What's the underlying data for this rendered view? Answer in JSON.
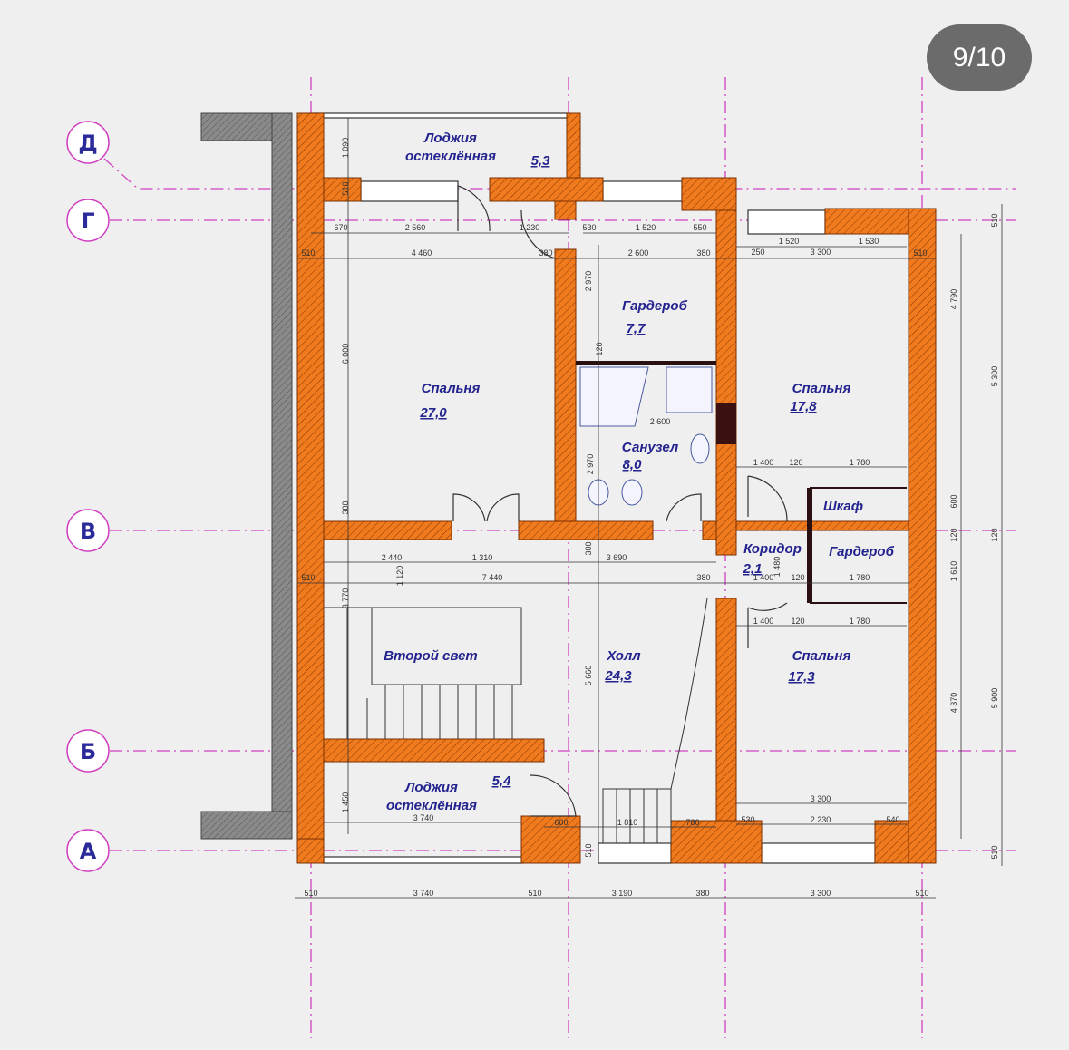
{
  "badge": {
    "page_counter": "9/10"
  },
  "axes": {
    "d": "Д",
    "g": "Г",
    "v": "В",
    "b": "Б",
    "a": "А"
  },
  "colors": {
    "wall": "#f07a1e",
    "hatch": "#8a3a00",
    "grid": "#d040c0",
    "text": "#23238f",
    "exterior": "#7a7a7a"
  },
  "rooms": {
    "loggia_top": {
      "line1": "Лоджия",
      "line2": "остеклённая",
      "area": "5,3"
    },
    "wardrobe_top": {
      "name": "Гардероб",
      "area": "7,7"
    },
    "bedroom_main": {
      "name": "Спальня",
      "area": "27,0"
    },
    "bedroom_right": {
      "name": "Спальня",
      "area": "17,8"
    },
    "bathroom": {
      "name": "Санузел",
      "area": "8,0"
    },
    "closet": {
      "name": "Шкаф"
    },
    "corridor": {
      "name": "Коридор",
      "area": "2,1"
    },
    "wardrobe_right": {
      "name": "Гардероб"
    },
    "second_light": {
      "name": "Второй свет"
    },
    "hall": {
      "name": "Холл",
      "area": "24,3"
    },
    "bedroom_lower": {
      "name": "Спальня",
      "area": "17,3"
    },
    "loggia_bottom": {
      "line1": "Лоджия",
      "line2": "остеклённая",
      "area": "5,4"
    }
  },
  "dimensions": [
    "1 090",
    "510",
    "670",
    "2 560",
    "1 230",
    "530",
    "1 520",
    "550",
    "510",
    "4 460",
    "380",
    "2 600",
    "380",
    "1 520",
    "1 530",
    "250",
    "3 300",
    "510",
    "2 970",
    "120",
    "6 000",
    "2 600",
    "2 970",
    "300",
    "1 400",
    "120",
    "1 780",
    "4 790",
    "5 300",
    "600",
    "120",
    "120",
    "2 440",
    "1 310",
    "3 690",
    "300",
    "510",
    "7 440",
    "380",
    "1 400",
    "120",
    "1 780",
    "1 480",
    "1 610",
    "3 770",
    "1 120",
    "1 400",
    "120",
    "1 780",
    "5 660",
    "4 370",
    "5 900",
    "3 300",
    "530",
    "2 230",
    "540",
    "1 450",
    "3 740",
    "600",
    "1 810",
    "780",
    "510",
    "510",
    "510",
    "510",
    "3 740",
    "510",
    "3 190",
    "380",
    "3 300",
    "510"
  ]
}
